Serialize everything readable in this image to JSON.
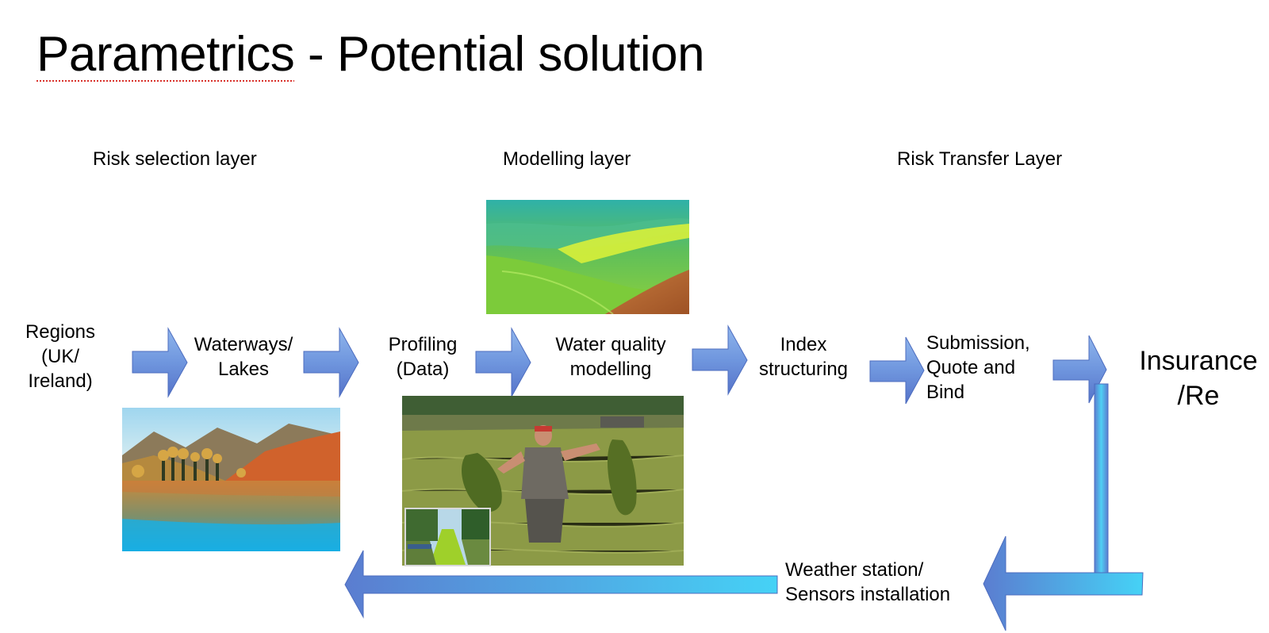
{
  "title": {
    "underlined": "Parametrics",
    "rest": " - Potential solution"
  },
  "layers": {
    "risk_selection": "Risk selection layer",
    "modelling": "Modelling layer",
    "risk_transfer": "Risk Transfer Layer"
  },
  "nodes": {
    "regions": [
      "Regions",
      "(UK/",
      "Ireland)"
    ],
    "waterways": [
      "Waterways/",
      "Lakes"
    ],
    "profiling": [
      "Profiling",
      "(Data)"
    ],
    "water_quality": [
      "Water quality",
      "modelling"
    ],
    "index": [
      "Index",
      "structuring"
    ],
    "submission": [
      "Submission,",
      "Quote and",
      "Bind"
    ],
    "insurance": [
      "Insurance",
      "/Re"
    ],
    "weather": [
      "Weather station/",
      "Sensors installation"
    ]
  },
  "images": {
    "lake_photo": "lake-reflection-image",
    "algae_wave_photo": "algae-bloom-wave-image",
    "algae_man_photo": "man-holding-algae-image",
    "canal_inset_photo": "green-canal-inset-image"
  },
  "colors": {
    "arrow_dark": "#5b7dd0",
    "arrow_light": "#4fd0f4"
  }
}
